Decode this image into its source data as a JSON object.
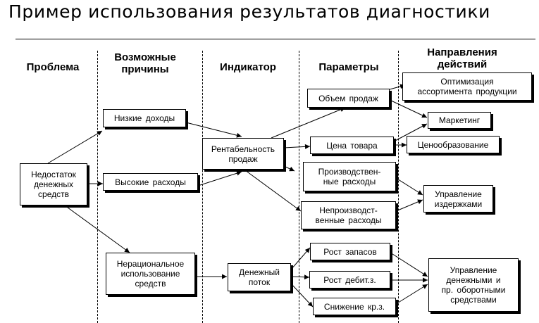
{
  "title": "Пример использования результатов диагностики",
  "columns": {
    "problem": "Проблема",
    "causes": "Возможные\nпричины",
    "indicator": "Индикатор",
    "parameters": "Параметры",
    "directions": "Направления\nдействий"
  },
  "boxes": {
    "shortage": "Недостаток\nденежных\nсредств",
    "low_income": "Низкие  доходы",
    "high_costs": "Высокие  расходы",
    "irrational_use": "Нерациональное\nиспользование\nсредств",
    "profitability": "Рентабельность\nпродаж",
    "cash_flow": "Денежный\nпоток",
    "sales_volume": "Объем  продаж",
    "price": "Цена  товара",
    "prod_costs": "Производствен-\nные  расходы",
    "nonprod_costs": "Непроизводст-\nвенные  расходы",
    "inventory_growth": "Рост  запасов",
    "receivables_growth": "Рост   дебит.з.",
    "payables_decrease": "Снижение  кр.з.",
    "assortment": "Оптимизация\nассортимента  продукции",
    "marketing": "Маркетинг",
    "pricing": "Ценообразование",
    "cost_mgmt": "Управление\nиздержками",
    "working_capital": "Управление\nденежными и\nпр.  оборотными\nсредствами"
  }
}
